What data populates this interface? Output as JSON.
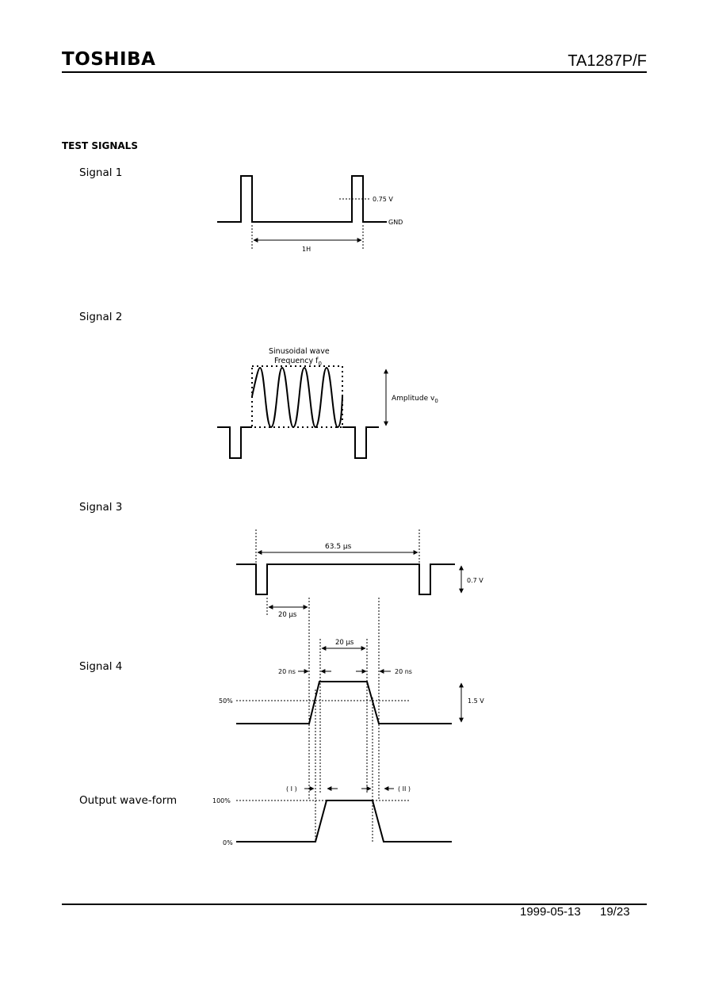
{
  "header": {
    "brand": "TOSHIBA",
    "part_number": "TA1287P/F"
  },
  "section_title": "TEST SIGNALS",
  "signals": {
    "signal1": {
      "label": "Signal  1",
      "level": "0.75 V",
      "ground": "GND",
      "period": "1H"
    },
    "signal2": {
      "label": "Signal  2",
      "wave_line1": "Sinusoidal wave",
      "wave_line2": "Frequency f",
      "wave_sub": "0",
      "amplitude": "Amplitude v",
      "amplitude_sub": "0"
    },
    "signal3": {
      "label": "Signal  3",
      "period": "63.5 µs",
      "delay": "20 µs",
      "level": "0.7 V"
    },
    "signal4": {
      "label": "Signal  4",
      "width": "20 µs",
      "rise": "20 ns",
      "fall": "20 ns",
      "fifty": "50%",
      "level": "1.5 V"
    },
    "output": {
      "label": "Output  wave-form",
      "rise_mark": "( I )",
      "fall_mark": "( II )",
      "hundred": "100%",
      "zero": "0%"
    }
  },
  "footer": {
    "date": "1999-05-13",
    "page": "19/23"
  }
}
